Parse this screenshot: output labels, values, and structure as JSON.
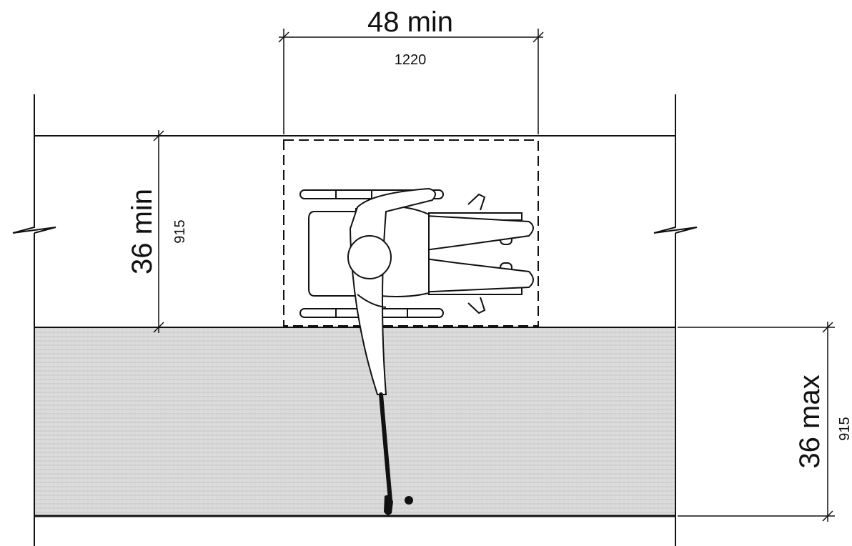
{
  "dimensions": {
    "width": {
      "imperial": "48 min",
      "metric": "1220"
    },
    "depth": {
      "imperial": "36 min",
      "metric": "915"
    },
    "reach": {
      "imperial": "36 max",
      "metric": "915"
    }
  },
  "colors": {
    "line": "#111111",
    "hatch_fill": "#dcdcdc",
    "hatch_line": "#bdbdbd",
    "background": "#ffffff"
  },
  "icons": [
    "wheelchair-icon",
    "person-icon",
    "break-symbol-icon",
    "ball-icon"
  ]
}
